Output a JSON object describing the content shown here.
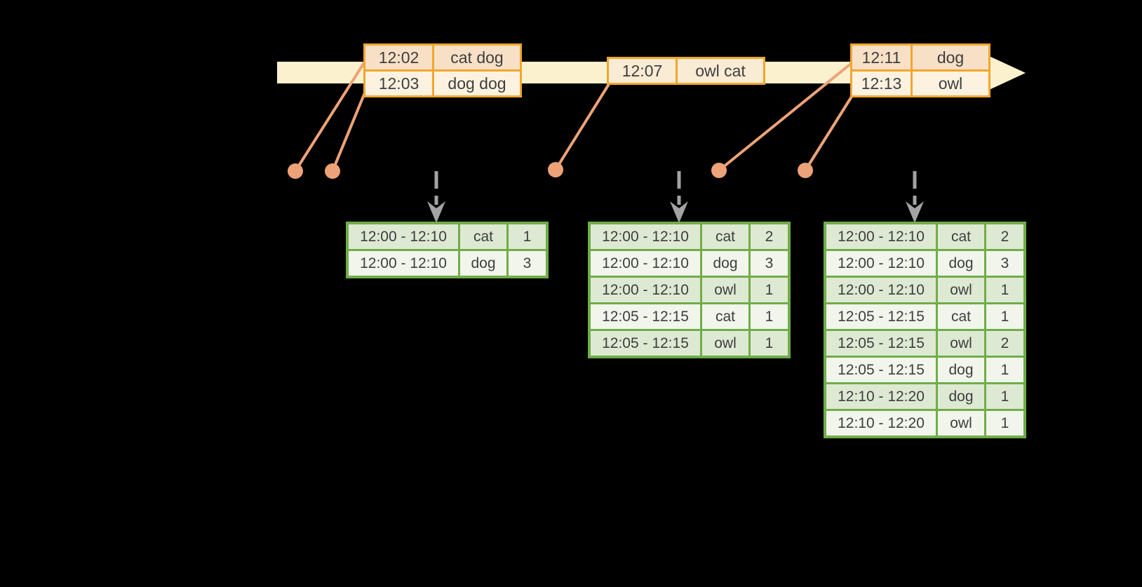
{
  "colors": {
    "background": "#000000",
    "timeline_band": "#fbf1ce",
    "event_table_border": "#f1a62f",
    "event_row_peach": "#f8e0c6",
    "event_row_cream": "#fdf2e0",
    "connector_salmon": "#eda377",
    "result_table_green": "#70ad47",
    "result_row_dark": "#dee9d3",
    "result_row_light": "#f1f5ec",
    "dashed_arrow_gray": "#a3a3a3",
    "text": "#3e3e3e"
  },
  "event_tables": [
    {
      "name": "events-batch-1",
      "rows": [
        {
          "time": "12:02",
          "words": "cat dog"
        },
        {
          "time": "12:03",
          "words": "dog dog"
        }
      ]
    },
    {
      "name": "events-batch-2",
      "rows": [
        {
          "time": "12:07",
          "words": "owl cat"
        }
      ]
    },
    {
      "name": "events-batch-3",
      "rows": [
        {
          "time": "12:11",
          "words": "dog"
        },
        {
          "time": "12:13",
          "words": "owl"
        }
      ]
    }
  ],
  "result_tables": [
    {
      "name": "result-table-1",
      "rows": [
        {
          "window": "12:00 - 12:10",
          "word": "cat",
          "count": "1"
        },
        {
          "window": "12:00 - 12:10",
          "word": "dog",
          "count": "3"
        }
      ]
    },
    {
      "name": "result-table-2",
      "rows": [
        {
          "window": "12:00 - 12:10",
          "word": "cat",
          "count": "2"
        },
        {
          "window": "12:00 - 12:10",
          "word": "dog",
          "count": "3"
        },
        {
          "window": "12:00 - 12:10",
          "word": "owl",
          "count": "1"
        },
        {
          "window": "12:05 - 12:15",
          "word": "cat",
          "count": "1"
        },
        {
          "window": "12:05 - 12:15",
          "word": "owl",
          "count": "1"
        }
      ]
    },
    {
      "name": "result-table-3",
      "rows": [
        {
          "window": "12:00 - 12:10",
          "word": "cat",
          "count": "2"
        },
        {
          "window": "12:00 - 12:10",
          "word": "dog",
          "count": "3"
        },
        {
          "window": "12:00 - 12:10",
          "word": "owl",
          "count": "1"
        },
        {
          "window": "12:05 - 12:15",
          "word": "cat",
          "count": "1"
        },
        {
          "window": "12:05 - 12:15",
          "word": "owl",
          "count": "2"
        },
        {
          "window": "12:05 - 12:15",
          "word": "dog",
          "count": "1"
        },
        {
          "window": "12:10 - 12:20",
          "word": "dog",
          "count": "1"
        },
        {
          "window": "12:10 - 12:20",
          "word": "owl",
          "count": "1"
        }
      ]
    }
  ]
}
